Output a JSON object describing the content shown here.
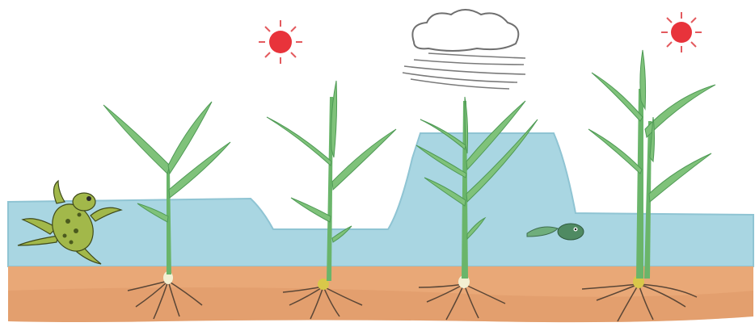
{
  "scene": {
    "caption": "",
    "colors": {
      "background": "#ffffff",
      "water": "#a9d6e2",
      "water_edge": "#8fc4d3",
      "soil": "#e9a877",
      "soil_dark": "#d98f5e",
      "leaf": "#7fc27a",
      "leaf_dark": "#4f9a55",
      "stem": "#6ab56a",
      "root": "#5a4636",
      "sun": "#e8333b",
      "sun_rays": "#e35a5e",
      "cloud": "#ffffff",
      "cloud_outline": "#6f6f6f",
      "wind": "#7a7a7a",
      "frog_body": "#a2b84a",
      "frog_spots": "#4b5a1e",
      "tadpole": "#4f8a62"
    },
    "elements": [
      {
        "name": "frog",
        "icon": "frog-icon"
      },
      {
        "name": "tadpole",
        "icon": "tadpole-icon"
      },
      {
        "name": "sun-left",
        "icon": "sun-icon"
      },
      {
        "name": "sun-right",
        "icon": "sun-icon"
      },
      {
        "name": "cloud",
        "icon": "cloud-icon"
      },
      {
        "name": "wind-lines",
        "icon": "wind-icon"
      },
      {
        "name": "rice-plant",
        "count": 4
      }
    ]
  }
}
